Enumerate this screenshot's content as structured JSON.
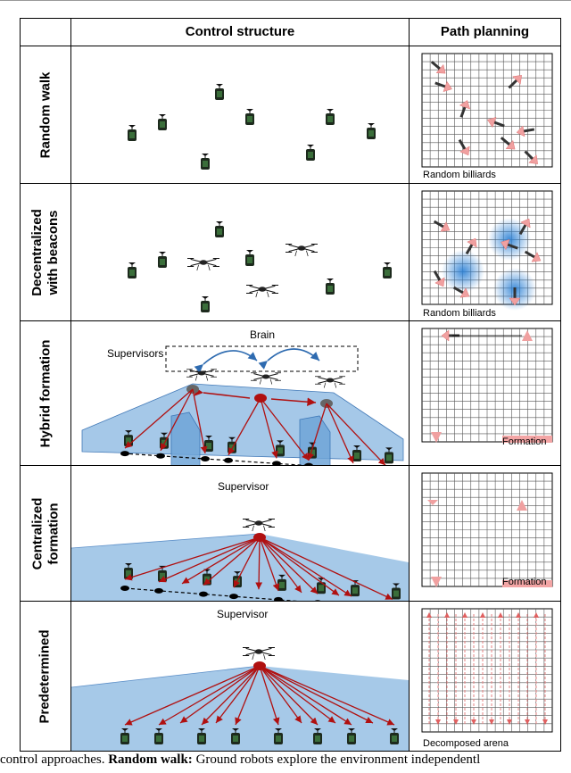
{
  "header": {
    "control": "Control structure",
    "path": "Path planning"
  },
  "rows": [
    {
      "label_lines": [
        "Random walk"
      ],
      "path_label": "Random billiards"
    },
    {
      "label_lines": [
        "Decentralized",
        "with beacons"
      ],
      "path_label": "Random billiards"
    },
    {
      "label_lines": [
        "Hybrid formation"
      ],
      "path_label": "Formation",
      "supervisors_label": "Supervisors",
      "brain_label": "Brain"
    },
    {
      "label_lines": [
        "Centralized",
        "formation"
      ],
      "path_label": "Formation",
      "supervisor_label": "Supervisor"
    },
    {
      "label_lines": [
        "Predetermined"
      ],
      "path_label": "Decomposed arena",
      "supervisor_label": "Supervisor"
    }
  ],
  "caption": {
    "prefix": "control approaches.",
    "bold": "Random walk:",
    "rest": "Ground robots explore the environment independentl"
  },
  "colors": {
    "arrow_red": "#b01010",
    "fill_blue": "#9cc3e6",
    "arrow_pink": "#f0a0a0",
    "beacon_blue": "#2a7fd4"
  }
}
